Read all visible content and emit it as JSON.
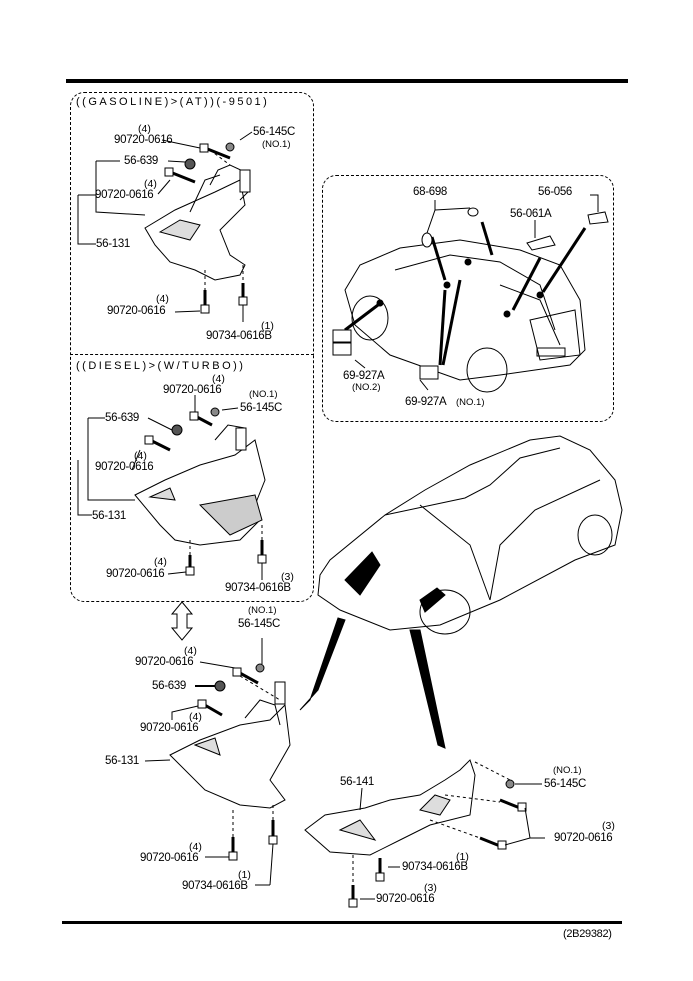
{
  "diagram": {
    "figure_id": "(2B29382)",
    "sections": {
      "gasoline": {
        "title": "((GASOLINE)>(AT))(-9501)",
        "parts": {
          "bolt_top": {
            "part": "90720-0616",
            "qty": "(4)"
          },
          "clip": {
            "part": "56-145C",
            "note": "(NO.1)"
          },
          "nut": {
            "part": "56-639"
          },
          "bolt_mid": {
            "part": "90720-0616",
            "qty": "(4)"
          },
          "cover": {
            "part": "56-131"
          },
          "bolt_bottom": {
            "part": "90720-0616",
            "qty": "(4)"
          },
          "bolt_b": {
            "part": "90734-0616B",
            "qty": "(1)"
          }
        }
      },
      "diesel": {
        "title": "((DIESEL)>(W/TURBO))",
        "parts": {
          "bolt_top": {
            "part": "90720-0616",
            "qty": "(4)"
          },
          "clip": {
            "part": "56-145C",
            "note": "(NO.1)"
          },
          "nut": {
            "part": "56-639"
          },
          "bolt_mid": {
            "part": "90720-0616",
            "qty": "(4)"
          },
          "cover": {
            "part": "56-131"
          },
          "bolt_bottom": {
            "part": "90720-0616",
            "qty": "(4)"
          },
          "bolt_b": {
            "part": "90734-0616B",
            "qty": "(3)"
          }
        }
      },
      "interior": {
        "parts": {
          "plug": {
            "part": "68-698"
          },
          "seal_a": {
            "part": "56-061A"
          },
          "seal_b": {
            "part": "56-056"
          },
          "pad_no2": {
            "part": "69-927A",
            "note": "(NO.2)"
          },
          "pad_no1": {
            "part": "69-927A",
            "note": "(NO.1)"
          }
        }
      },
      "main_left": {
        "parts": {
          "clip": {
            "part": "56-145C",
            "note": "(NO.1)"
          },
          "bolt_top": {
            "part": "90720-0616",
            "qty": "(4)"
          },
          "nut": {
            "part": "56-639"
          },
          "bolt_mid": {
            "part": "90720-0616",
            "qty": "(4)"
          },
          "cover": {
            "part": "56-131"
          },
          "bolt_bottom": {
            "part": "90720-0616",
            "qty": "(4)"
          },
          "bolt_b": {
            "part": "90734-0616B",
            "qty": "(1)"
          }
        }
      },
      "main_right": {
        "parts": {
          "cover": {
            "part": "56-141"
          },
          "clip": {
            "part": "56-145C",
            "note": "(NO.1)"
          },
          "bolt_side": {
            "part": "90720-0616",
            "qty": "(3)"
          },
          "bolt_b": {
            "part": "90734-0616B",
            "qty": "(1)"
          },
          "bolt_bottom": {
            "part": "90720-0616",
            "qty": "(3)"
          }
        }
      }
    }
  }
}
